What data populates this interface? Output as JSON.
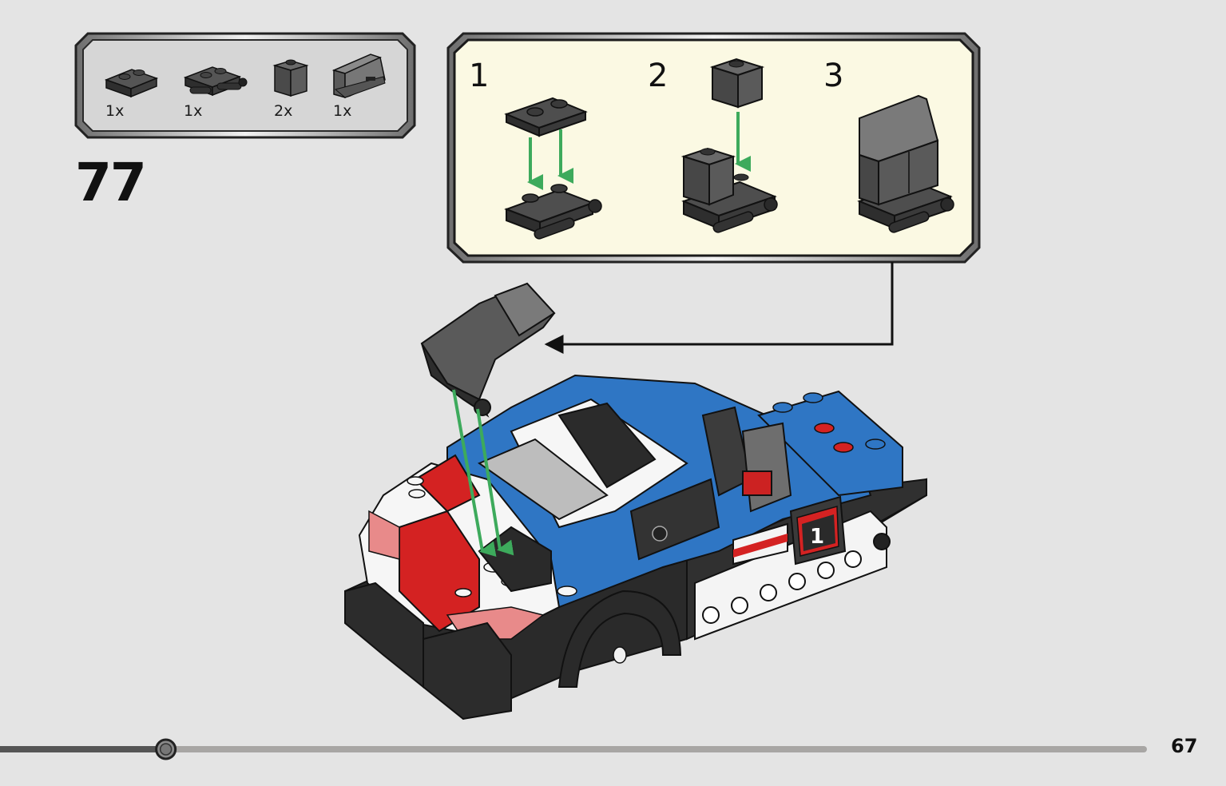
{
  "parts_list": {
    "items": [
      {
        "qty": "1x",
        "icon": "plate-1x2-dark-gray-icon"
      },
      {
        "qty": "1x",
        "icon": "plate-with-wheels-dark-gray-icon"
      },
      {
        "qty": "2x",
        "icon": "brick-1x1-trans-black-icon"
      },
      {
        "qty": "1x",
        "icon": "windscreen-trans-black-icon"
      }
    ]
  },
  "step": {
    "number": "77"
  },
  "sub_assembly": {
    "steps": [
      {
        "label": "1"
      },
      {
        "label": "2"
      },
      {
        "label": "3"
      }
    ]
  },
  "progress": {
    "fraction": 0.145
  },
  "page": {
    "number": "67"
  },
  "colors": {
    "background": "#e4e4e4",
    "callout_background": "#fbf9e3",
    "parts_background": "#d6d6d6",
    "arrow_green": "#3daa5c",
    "brick_dark": "#3a3a3a",
    "car_blue": "#2f76c4",
    "car_red": "#d42222"
  }
}
